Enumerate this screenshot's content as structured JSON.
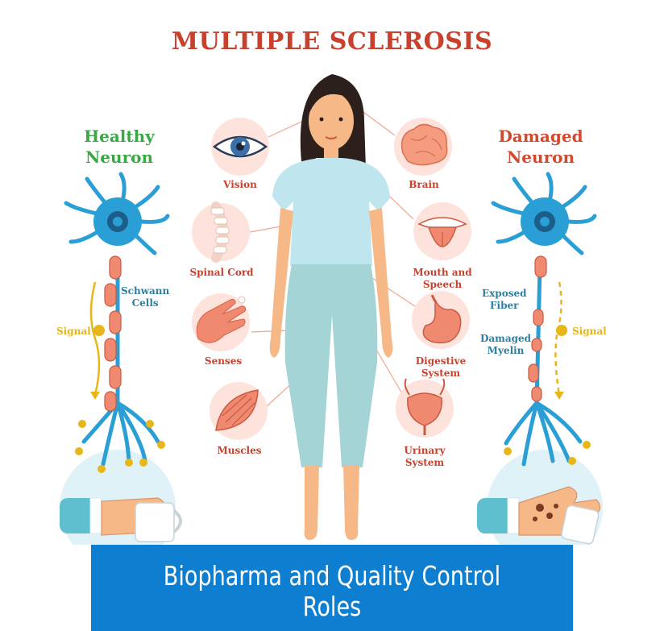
{
  "title": "MULTIPLE SCLEROSIS",
  "healthy": {
    "title_lines": [
      "Healthy",
      "Neuron"
    ],
    "schwann": [
      "Schwann",
      "Cells"
    ],
    "signal": "Signal"
  },
  "damaged": {
    "title_lines": [
      "Damaged",
      "Neuron"
    ],
    "exposed": [
      "Exposed",
      "Fiber"
    ],
    "myelin": [
      "Damaged",
      "Myelin"
    ],
    "signal": "Signal"
  },
  "organs": {
    "vision": [
      "Vision"
    ],
    "spinal_cord": [
      "Spinal Cord"
    ],
    "senses": [
      "Senses"
    ],
    "muscles": [
      "Muscles"
    ],
    "brain": [
      "Brain"
    ],
    "mouth": [
      "Mouth and",
      "Speech"
    ],
    "digestive": [
      "Digestive",
      "System"
    ],
    "urinary": [
      "Urinary",
      "System"
    ]
  },
  "banner": {
    "lines": [
      "Biopharma and Quality Control",
      "Roles"
    ]
  },
  "colors": {
    "title": "#c8412d",
    "healthy": "#3aa844",
    "damaged": "#d2492e",
    "neuron_label": "#2d7fa0",
    "signal": "#e8b619",
    "organ_circle": "#fde3dc",
    "organ": "#ef8a70",
    "neuron": "#2a9fd6",
    "skin": "#f7b888",
    "shirt": "#bfe6ee",
    "pants": "#a4d4d6",
    "hair": "#2d1f1c",
    "banner": "#0e7fd0"
  }
}
